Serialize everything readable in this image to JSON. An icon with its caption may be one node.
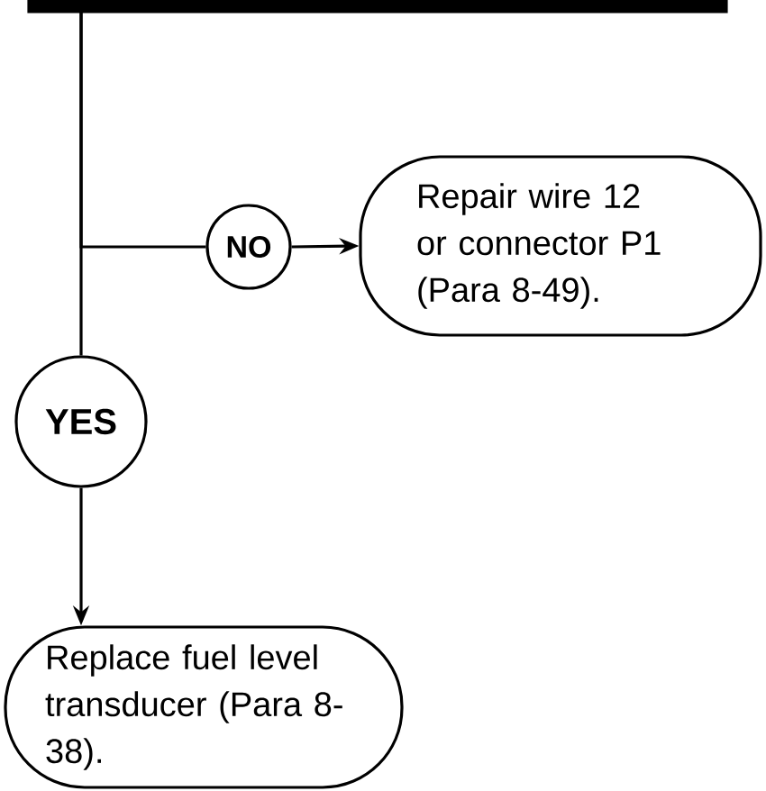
{
  "diagram": {
    "nodes": [
      {
        "text": [],
        "shape": "bar"
      },
      {
        "text": [
          "NO"
        ]
      },
      {
        "text": [
          "Repair wire 12 or connector P1 (Para 8-49)."
        ]
      },
      {
        "text": [
          "YES"
        ]
      },
      {
        "text": [
          "Replace fuel level transducer (Para 8-38)."
        ]
      }
    ],
    "edges": [
      {
        "from": 0,
        "to": 1,
        "arrow": "none"
      },
      {
        "from": 0,
        "to": 3,
        "arrow": "none"
      },
      {
        "from": 1,
        "to": 2,
        "arrow": "to"
      },
      {
        "from": 3,
        "to": 4,
        "arrow": "to"
      }
    ]
  }
}
